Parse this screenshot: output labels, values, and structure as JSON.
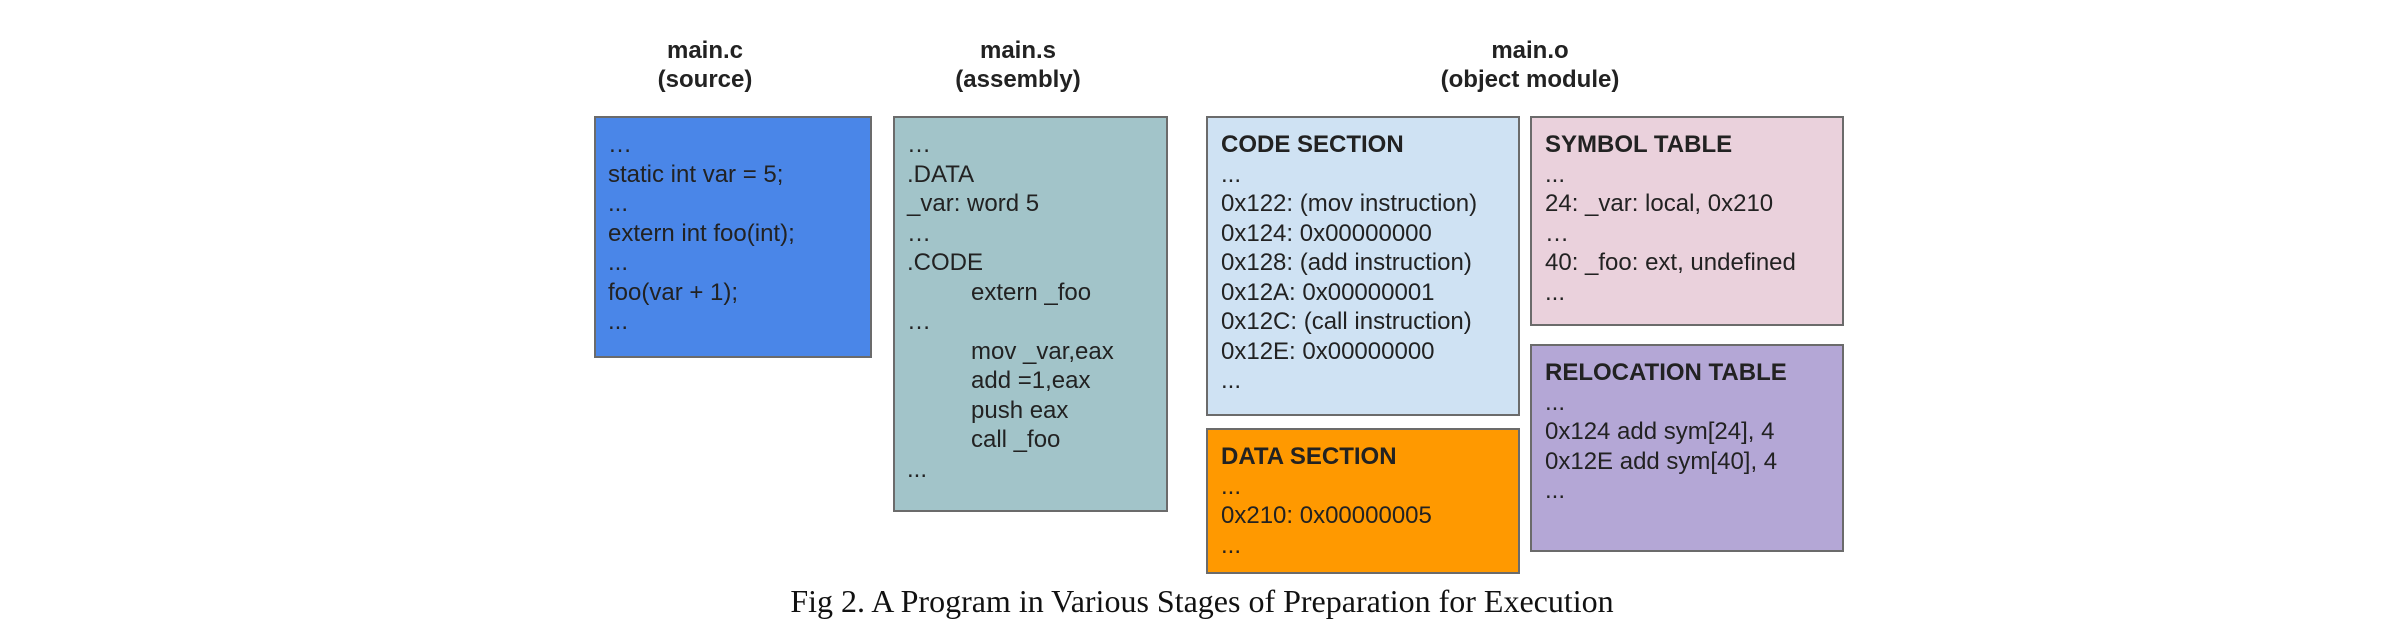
{
  "colors": {
    "source": "#4a86e8",
    "assembly": "#a2c4c9",
    "code_section": "#cfe2f3",
    "data_section": "#ff9900",
    "symbol_table": "#ead1dc",
    "relocation_table": "#b4a7d6"
  },
  "columns": {
    "source": {
      "title": "main.c",
      "subtitle": "(source)"
    },
    "assembly": {
      "title": "main.s",
      "subtitle": "(assembly)"
    },
    "object": {
      "title": "main.o",
      "subtitle": "(object module)"
    }
  },
  "source_lines": [
    "…",
    "static int var = 5;",
    "...",
    "extern int foo(int);",
    "...",
    "foo(var + 1);",
    "..."
  ],
  "assembly_lines": [
    "…",
    ".DATA",
    "_var: word 5",
    "…",
    ".CODE",
    "extern _foo",
    "…",
    "mov _var,eax",
    "add =1,eax",
    "push eax",
    "call _foo",
    "..."
  ],
  "code_section": {
    "heading": "CODE SECTION",
    "lines": [
      "...",
      "0x122: (mov instruction)",
      "0x124: 0x00000000",
      "0x128: (add instruction)",
      "0x12A: 0x00000001",
      "0x12C: (call instruction)",
      "0x12E: 0x00000000",
      "..."
    ]
  },
  "data_section": {
    "heading": "DATA SECTION",
    "lines": [
      "...",
      "0x210: 0x00000005",
      "..."
    ]
  },
  "symbol_table": {
    "heading": "SYMBOL TABLE",
    "lines": [
      "...",
      "24: _var: local, 0x210",
      "…",
      "40: _foo: ext, undefined",
      "..."
    ]
  },
  "relocation_table": {
    "heading": "RELOCATION TABLE",
    "lines": [
      "...",
      "0x124 add sym[24], 4",
      "0x12E add sym[40], 4",
      "..."
    ]
  },
  "caption": "Fig 2. A Program in Various Stages of Preparation for Execution"
}
